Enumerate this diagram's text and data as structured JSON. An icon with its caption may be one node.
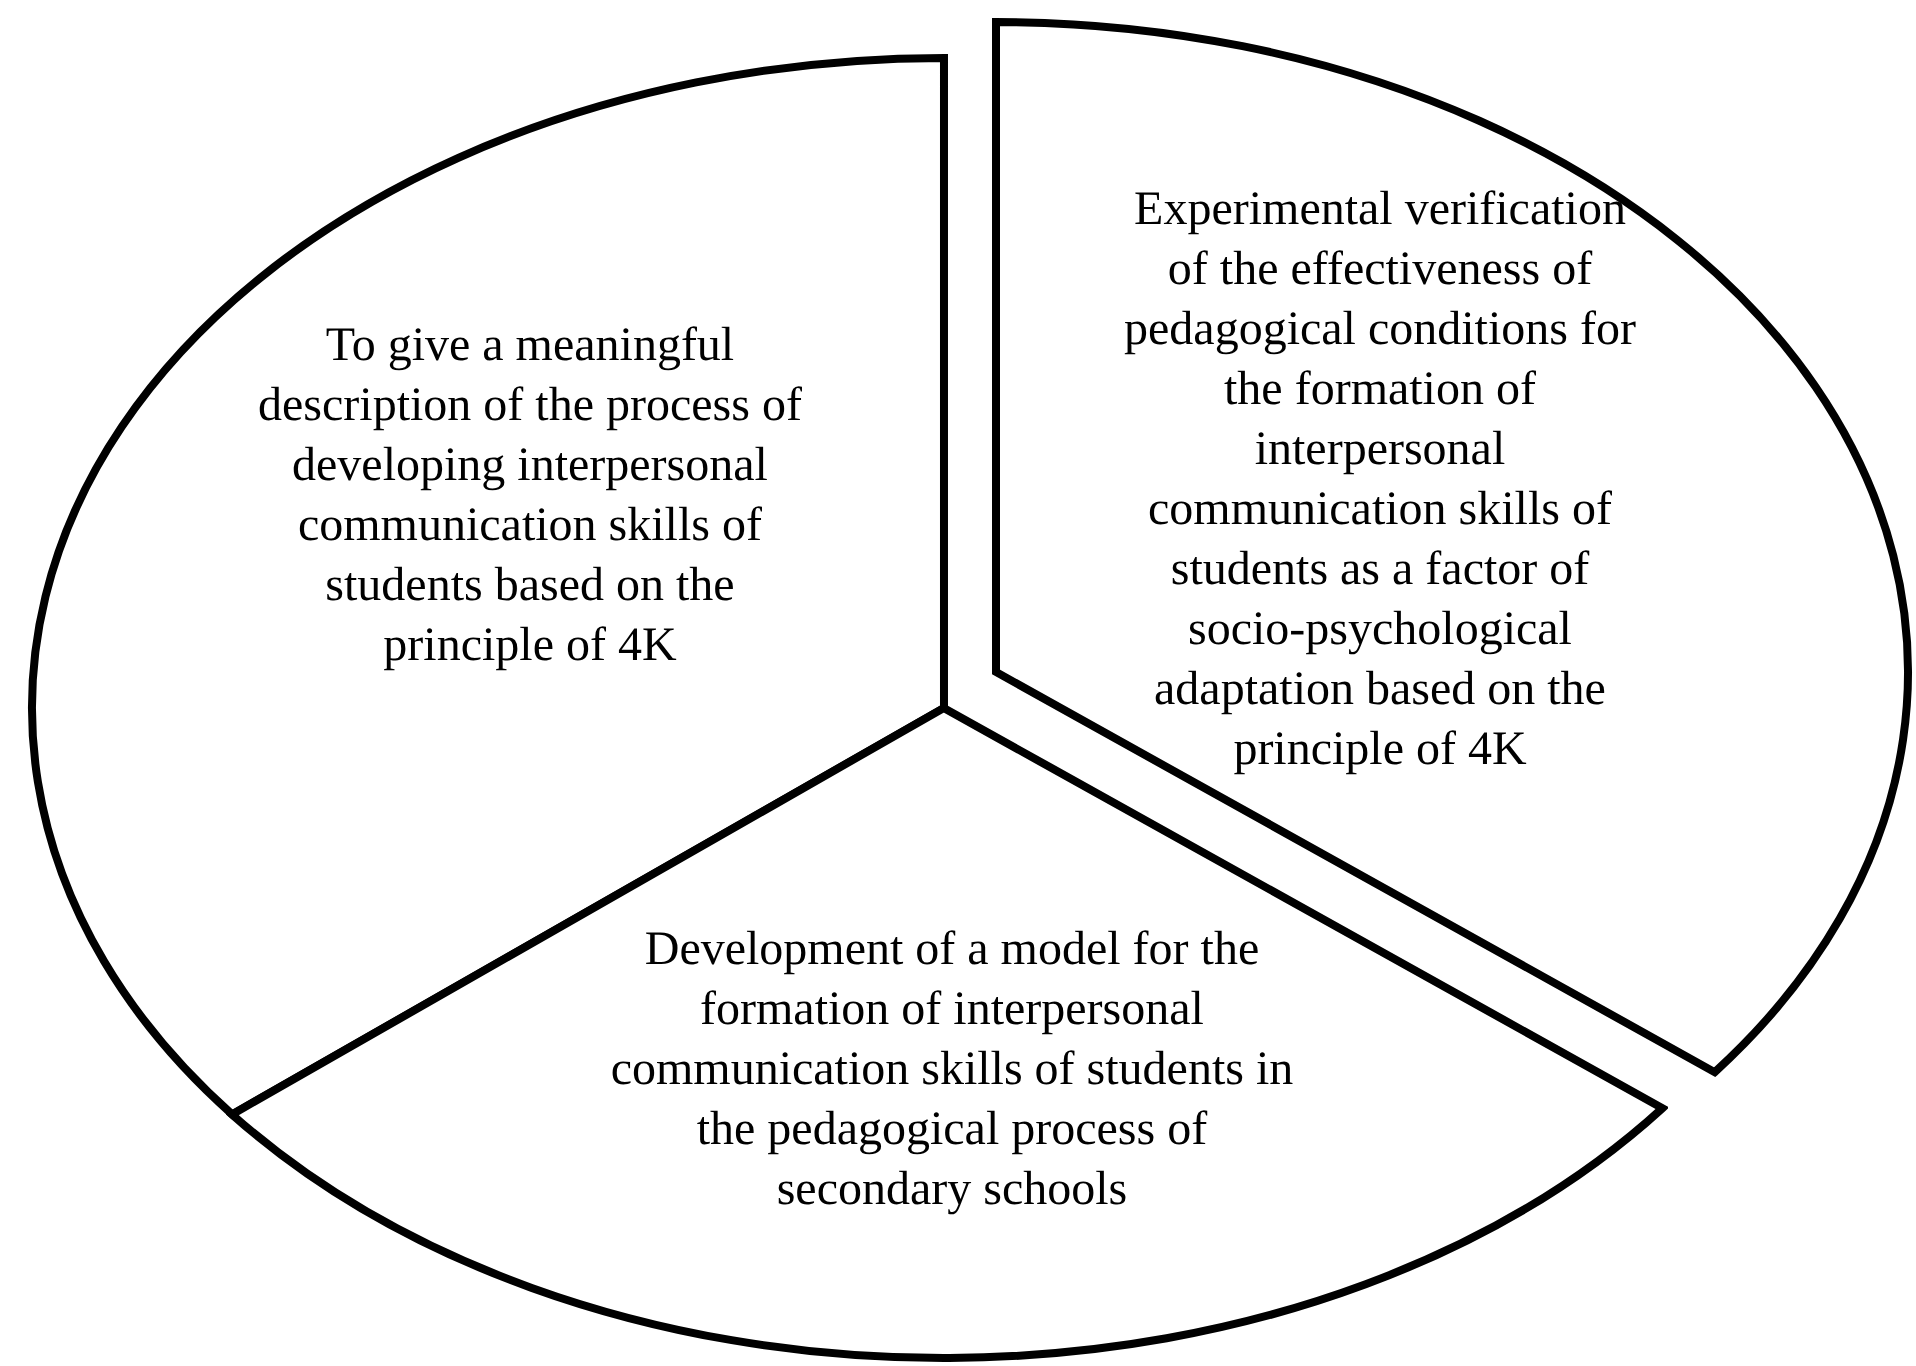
{
  "diagram": {
    "nodes": [
      {
        "text": [
          "To give a meaningful description of the process of developing interpersonal communication skills of students based on the principle of 4K"
        ]
      },
      {
        "text": [
          "Experimental verification of the effectiveness of pedagogical conditions for the formation of interpersonal communication skills of students as a factor of socio-psychological adaptation based on the principle of 4K"
        ]
      },
      {
        "text": [
          "Development of a model for the formation of interpersonal communication skills of students in the pedagogical process of secondary schools"
        ]
      }
    ]
  }
}
